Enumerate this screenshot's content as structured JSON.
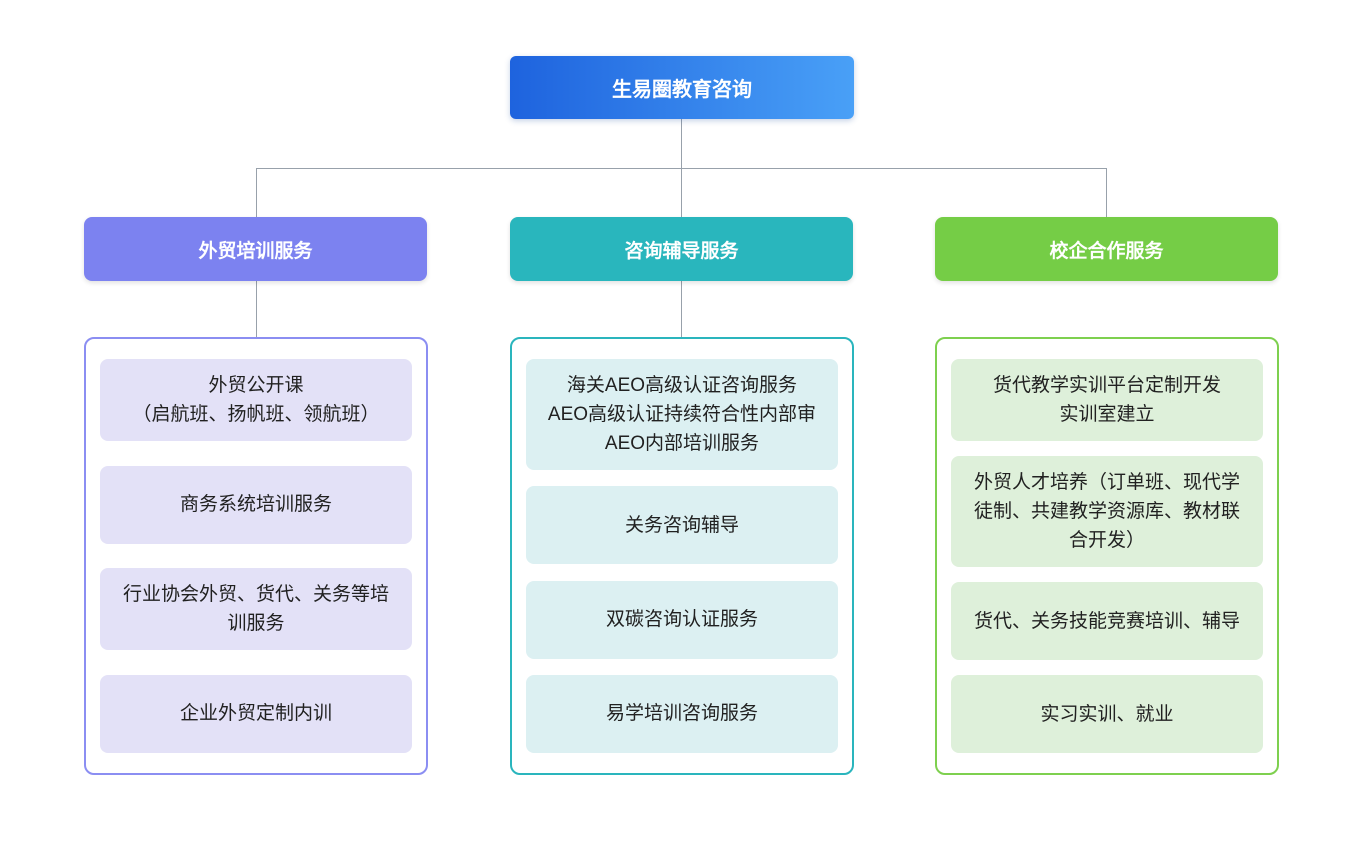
{
  "root": {
    "label": "生易圈教育咨询"
  },
  "branches": [
    {
      "label": "外贸培训服务",
      "items": [
        [
          "外贸公开课",
          "（启航班、扬帆班、领航班）"
        ],
        "商务系统培训服务",
        "行业协会外贸、货代、关务等培训服务",
        "企业外贸定制内训"
      ]
    },
    {
      "label": "咨询辅导服务",
      "items": [
        [
          "海关AEO高级认证咨询服务",
          "AEO高级认证持续符合性内部审",
          "AEO内部培训服务"
        ],
        "关务咨询辅导",
        "双碳咨询认证服务",
        "易学培训咨询服务"
      ]
    },
    {
      "label": "校企合作服务",
      "items": [
        [
          "货代教学实训平台定制开发",
          "实训室建立"
        ],
        "外贸人才培养（订单班、现代学徒制、共建教学资源库、教材联合开发）",
        "货代、关务技能竞赛培训、辅导",
        "实习实训、就业"
      ]
    }
  ],
  "colors": {
    "root_gradient_start": "#1e63de",
    "root_gradient_end": "#49a0f7",
    "branch1": "#7c82f0",
    "branch1_light": "#e3e1f7",
    "branch1_border": "#8b8ef2",
    "branch2": "#29b6bd",
    "branch2_light": "#dcf0f2",
    "branch2_border": "#2ab5bd",
    "branch3": "#75cd46",
    "branch3_light": "#def0da",
    "branch3_border": "#7ed04f",
    "connector": "#98a1ab",
    "node_text": "#ffffff",
    "text_dark": "#212121"
  }
}
